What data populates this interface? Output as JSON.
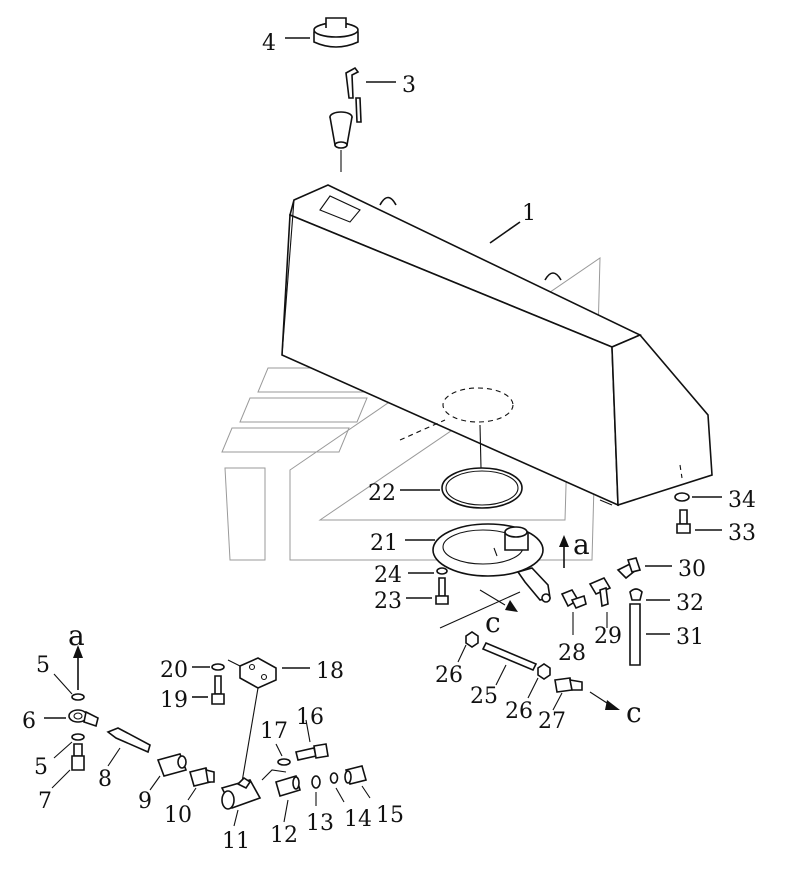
{
  "labels": {
    "p1": "1",
    "p3": "3",
    "p4": "4",
    "p5a": "5",
    "p5b": "5",
    "p6": "6",
    "p7": "7",
    "p8": "8",
    "p9": "9",
    "p10": "10",
    "p11": "11",
    "p12": "12",
    "p13": "13",
    "p14": "14",
    "p15": "15",
    "p16": "16",
    "p17": "17",
    "p18": "18",
    "p19": "19",
    "p20": "20",
    "p21": "21",
    "p22": "22",
    "p23": "23",
    "p24": "24",
    "p25": "25",
    "p26a": "26",
    "p26b": "26",
    "p27": "27",
    "p28": "28",
    "p29": "29",
    "p30": "30",
    "p31": "31",
    "p32": "32",
    "p33": "33",
    "p34": "34"
  },
  "refs": {
    "a_top": "a",
    "a_left": "a",
    "c_mid": "c",
    "c_right": "c"
  }
}
